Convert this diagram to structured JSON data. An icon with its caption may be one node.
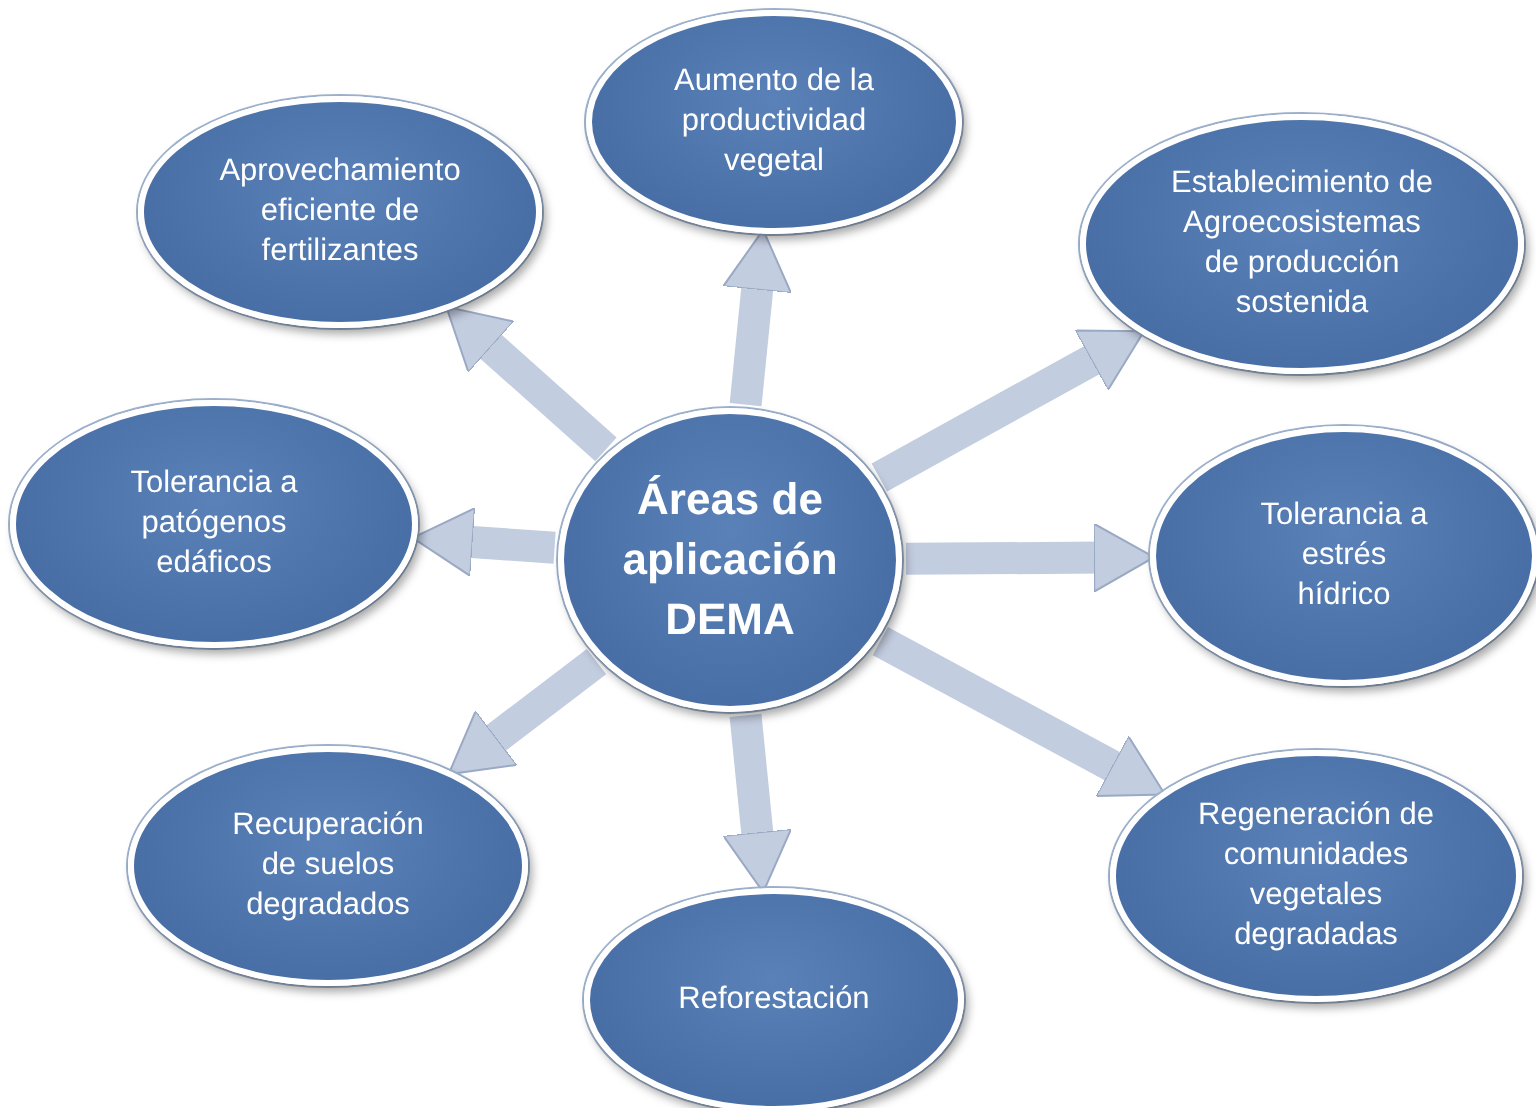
{
  "diagram": {
    "nodes": [
      {
        "text": [
          "Áreas de aplicación DEMA"
        ]
      },
      {
        "text": [
          "Aprovechamiento eficiente de fertilizantes"
        ]
      },
      {
        "text": [
          "Aumento de la productividad vegetal"
        ]
      },
      {
        "text": [
          "Establecimiento de Agroecosistemas de producción sostenida"
        ]
      },
      {
        "text": [
          "Tolerancia a patógenos edáficos"
        ]
      },
      {
        "text": [
          "Tolerancia a estrés hídrico"
        ]
      },
      {
        "text": [
          "Recuperación de suelos degradados"
        ]
      },
      {
        "text": [
          "Reforestación"
        ]
      },
      {
        "text": [
          "Regeneración de comunidades vegetales degradadas"
        ]
      }
    ],
    "edges": [
      {
        "from": 0,
        "to": 1,
        "arrow": "to"
      },
      {
        "from": 0,
        "to": 2,
        "arrow": "to"
      },
      {
        "from": 0,
        "to": 3,
        "arrow": "to"
      },
      {
        "from": 0,
        "to": 4,
        "arrow": "to"
      },
      {
        "from": 0,
        "to": 5,
        "arrow": "to"
      },
      {
        "from": 0,
        "to": 6,
        "arrow": "to"
      },
      {
        "from": 0,
        "to": 7,
        "arrow": "to"
      },
      {
        "from": 0,
        "to": 8,
        "arrow": "to"
      }
    ]
  }
}
